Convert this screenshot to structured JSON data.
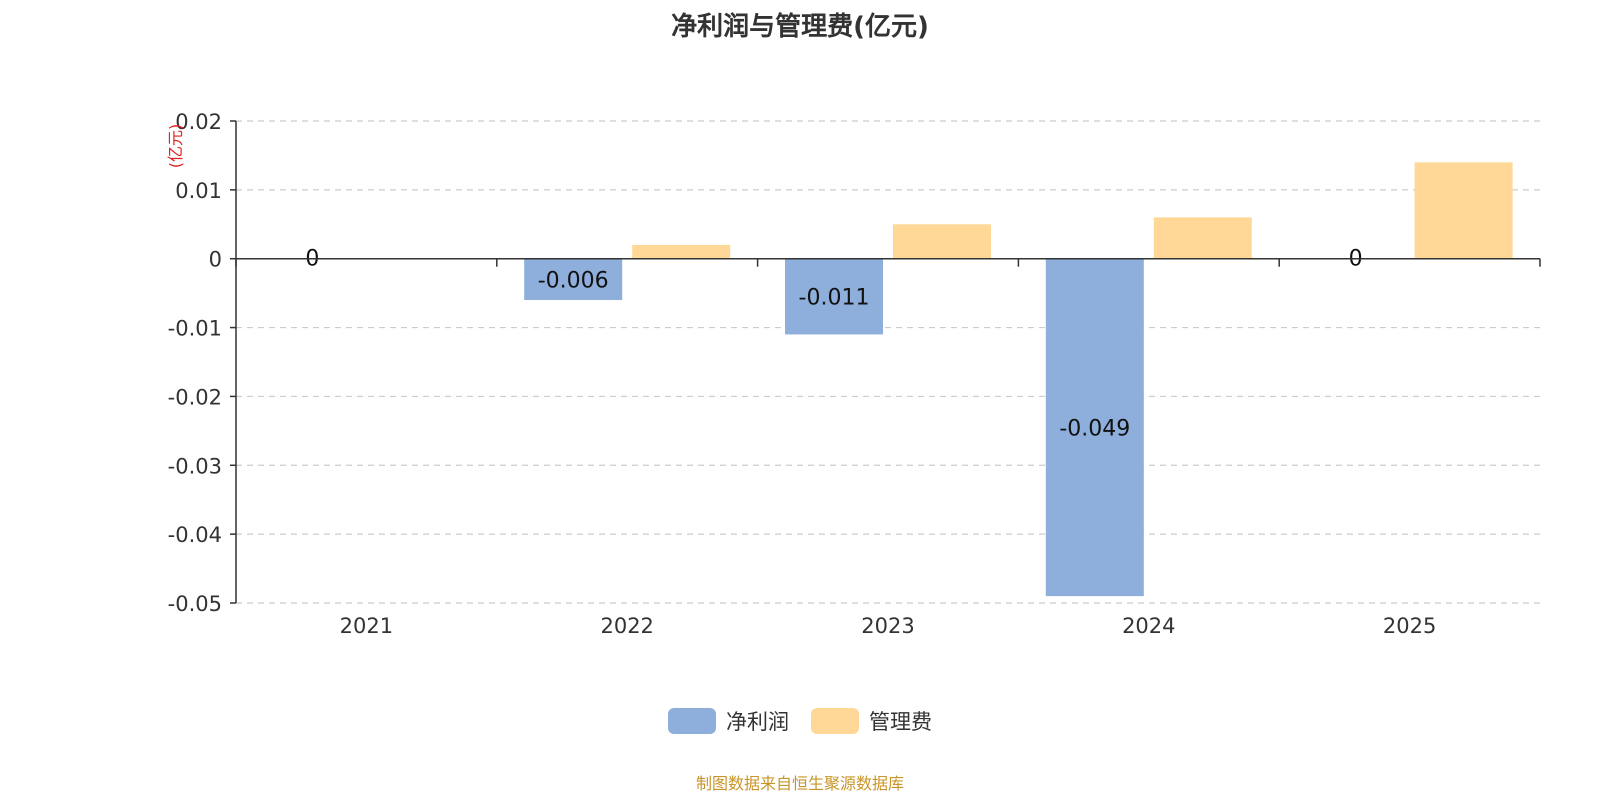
{
  "chart_data": {
    "type": "bar",
    "title": "净利润与管理费(亿元)",
    "ylabel": "(亿元)",
    "categories": [
      "2021",
      "2022",
      "2023",
      "2024",
      "2025"
    ],
    "series": [
      {
        "name": "净利润",
        "values": [
          0,
          -0.006,
          -0.011,
          -0.049,
          0
        ],
        "labels": [
          "0",
          "-0.006",
          "-0.011",
          "-0.049",
          "0"
        ],
        "color": "#8eaedb"
      },
      {
        "name": "管理费",
        "values": [
          0,
          0.002,
          0.005,
          0.006,
          0.014
        ],
        "labels": [
          "",
          "",
          "",
          "",
          ""
        ],
        "color": "#ffd797"
      }
    ],
    "ylim": [
      -0.05,
      0.02
    ],
    "yticks": [
      0.02,
      0.01,
      0,
      -0.01,
      -0.02,
      -0.03,
      -0.04,
      -0.05
    ],
    "ytick_labels": [
      "0.02",
      "0.01",
      "0",
      "-0.01",
      "-0.02",
      "-0.03",
      "-0.04",
      "-0.05"
    ],
    "grid": true,
    "legend_position": "bottom-center"
  },
  "footer": {
    "source": "制图数据来自恒生聚源数据库"
  },
  "colors": {
    "axis": "#333333",
    "grid": "#cccccc",
    "ylabel": "#e02020",
    "source": "#c8952a"
  }
}
